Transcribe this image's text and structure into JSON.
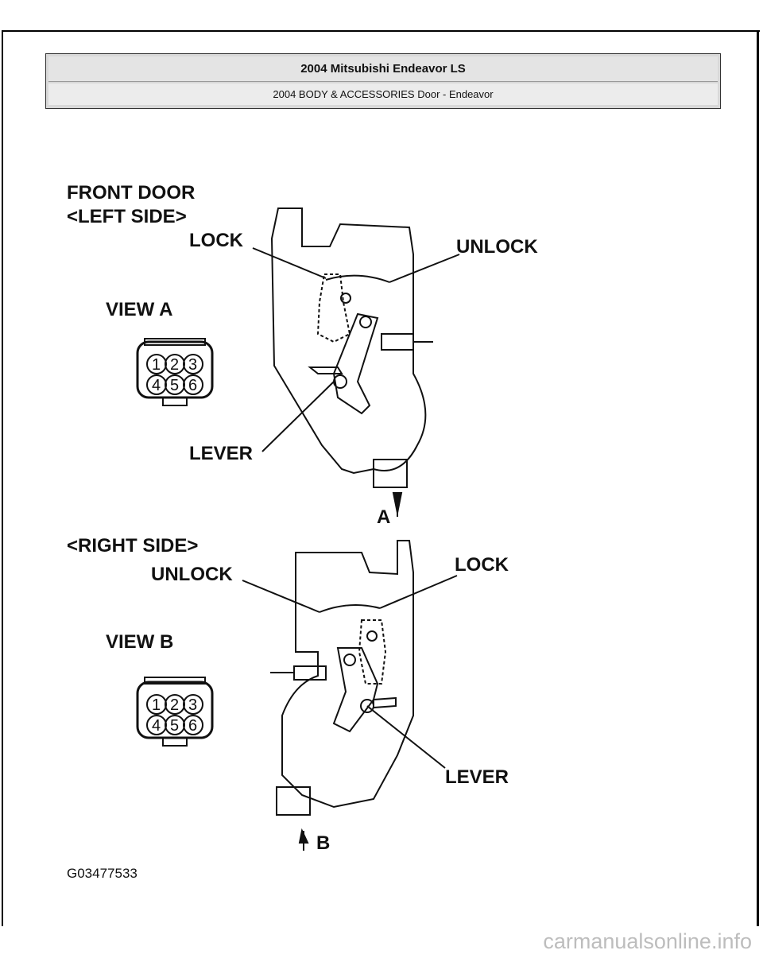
{
  "header": {
    "title": "2004 Mitsubishi Endeavor LS",
    "subtitle": "2004 BODY & ACCESSORIES Door - Endeavor"
  },
  "figure": {
    "section1_title": "FRONT DOOR",
    "section1_side": "<LEFT SIDE>",
    "section1_lock": "LOCK",
    "section1_unlock": "UNLOCK",
    "section1_view": "VIEW A",
    "section1_lever": "LEVER",
    "section1_arrow": "A",
    "section2_side": "<RIGHT SIDE>",
    "section2_unlock": "UNLOCK",
    "section2_lock": "LOCK",
    "section2_view": "VIEW B",
    "section2_lever": "LEVER",
    "section2_arrow": "B",
    "connector_pins": [
      "1",
      "2",
      "3",
      "4",
      "5",
      "6"
    ],
    "figure_id": "G03477533"
  },
  "footer": {
    "watermark": "carmanualsonline.info"
  }
}
